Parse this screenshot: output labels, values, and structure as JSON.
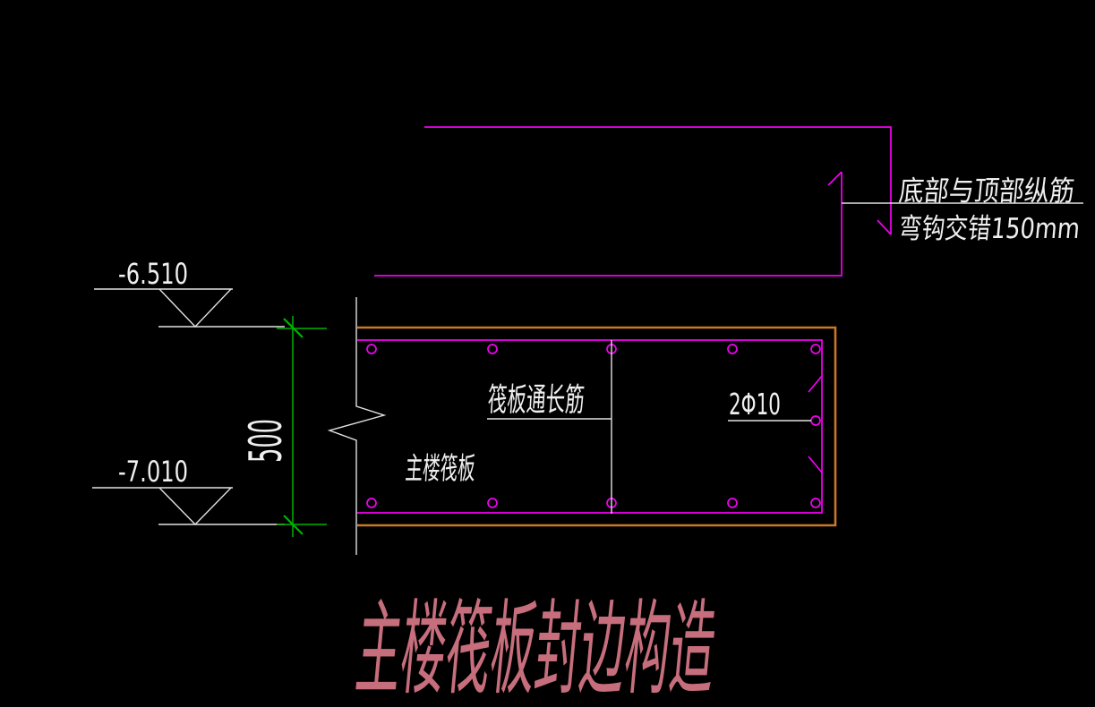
{
  "title": {
    "text": "主楼筏板封边构造"
  },
  "notes": {
    "hook_note_line1": "底部与顶部纵筋",
    "hook_note_line2": "弯钩交错150mm"
  },
  "labels": {
    "through_bar": "筏板通长筋",
    "main_slab": "主楼筏板",
    "edge_bar": "2Φ10"
  },
  "dimensions": {
    "slab_thickness": "500"
  },
  "elevations": {
    "top_of_slab": "-6.510",
    "bottom_of_slab": "-7.010"
  },
  "colors": {
    "background": "#000000",
    "rebar": "#f400f4",
    "concrete": "#c87828",
    "dimension": "#00b400",
    "line": "#e2e2e2",
    "text": "#efefef",
    "title": "#c76e7d"
  }
}
